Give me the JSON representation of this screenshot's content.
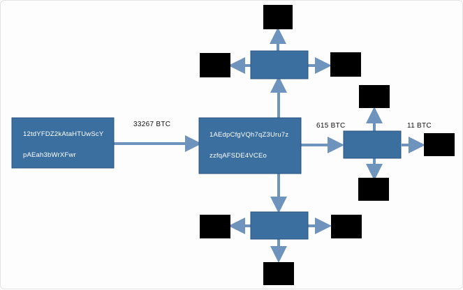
{
  "source_address": {
    "line1": "12tdYFDZ2kAtaHTUwScY",
    "line2": "pAEah3bWrXFwr"
  },
  "hub_address": {
    "line1": "1AEdpCfgVQh7qZ3Uru7z",
    "line2": "zzfqAFSDE4VCEo"
  },
  "amounts": {
    "source_to_hub": "33267  BTC",
    "hub_to_right": "615  BTC",
    "right_to_out": "11  BTC"
  },
  "colors": {
    "box_fill": "#3b6fa0",
    "arrow": "#6e93bd",
    "leaf": "#000000"
  }
}
